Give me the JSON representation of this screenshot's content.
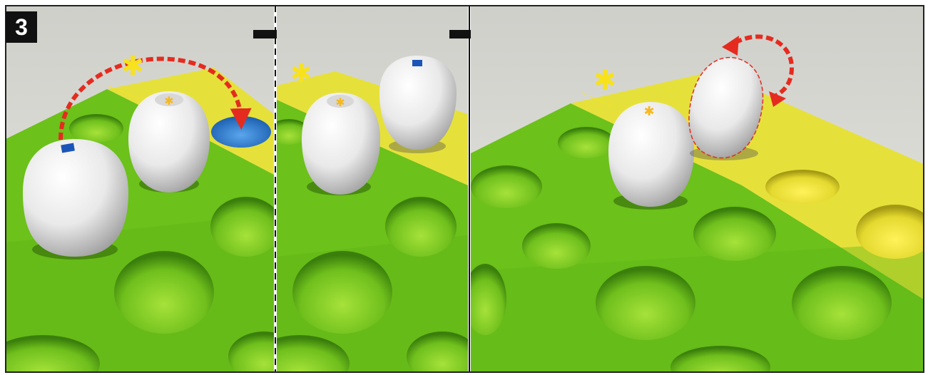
{
  "step": {
    "number": "3"
  },
  "colors": {
    "background_wall": "#dcdcd6",
    "board_green": "#6cc11a",
    "board_green_dark": "#3f8f10",
    "board_yellow": "#e7e23c",
    "board_yellow_dark": "#bdb521",
    "egg_white": "#f4f4f4",
    "egg_shadow": "#9a9a9a",
    "target_blue": "#2f7fd0",
    "marker_blue": "#1b55b8",
    "star_yellow": "#f7e21c",
    "arrow_red": "#e52b1f",
    "divider_black": "#111111"
  },
  "panels": [
    {
      "name": "panel-1",
      "description_icons": [
        "star-icon",
        "jump-arrow-icon",
        "blue-target-hole"
      ]
    },
    {
      "name": "panel-2",
      "description_icons": [
        "star-icon"
      ]
    },
    {
      "name": "panel-3",
      "description_icons": [
        "star-icon",
        "rotate-arrow-icon"
      ]
    }
  ],
  "icons": {
    "step_arrow": "right-arrow-icon",
    "jump": "curved-jump-arrow-icon",
    "rotate": "curved-rotate-arrow-icon",
    "star": "star-icon"
  }
}
